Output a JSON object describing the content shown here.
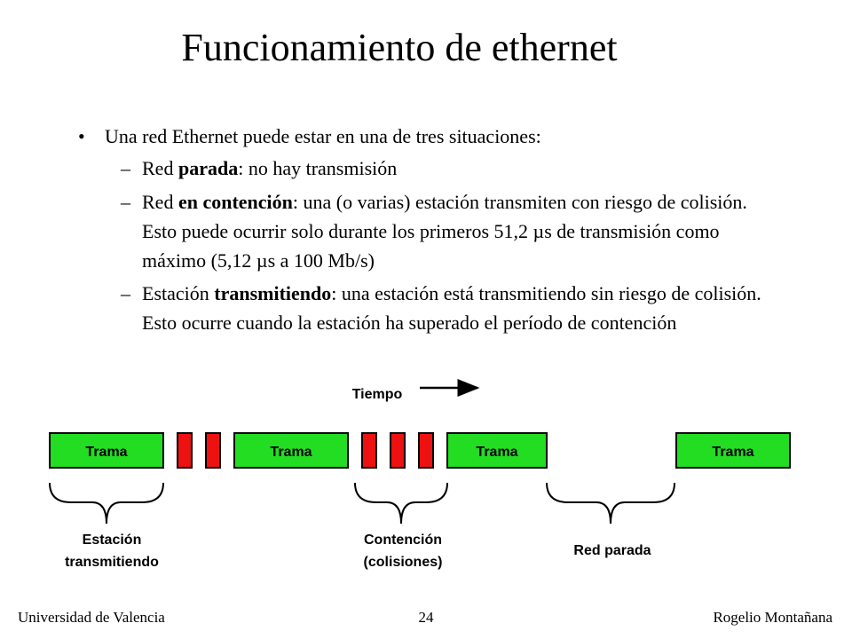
{
  "slide": {
    "title": "Funcionamiento de ethernet",
    "bullet": {
      "marker": "•",
      "text": "Una red Ethernet puede estar en una de tres situaciones:"
    },
    "subitems": [
      {
        "dash": "–",
        "prefix": "Red ",
        "bold": "parada",
        "rest": ": no hay transmisión"
      },
      {
        "dash": "–",
        "prefix": "Red ",
        "bold": "en contención",
        "rest": ": una (o varias) estación transmiten con riesgo de colisión. Esto puede ocurrir solo durante los primeros 51,2 µs de transmisión como máximo (5,12 µs a 100 Mb/s)"
      },
      {
        "dash": "–",
        "prefix": "Estación ",
        "bold": "transmitiendo",
        "rest": ": una estación está transmitiendo sin riesgo de colisión. Esto ocurre cuando la estación ha superado el período de contención"
      }
    ],
    "diagram": {
      "time_label": "Tiempo",
      "frame_label": "Trama",
      "frame_labels": [
        "Trama",
        "Trama",
        "Trama",
        "Trama"
      ],
      "groups": [
        {
          "line1": "Estación",
          "line2": "transmitiendo"
        },
        {
          "line1": "Contención",
          "line2": "(colisiones)"
        },
        {
          "line1": "Red parada",
          "line2": ""
        }
      ],
      "colors": {
        "frame": "#22dd22",
        "collision": "#ee1111",
        "outline": "#000000"
      }
    },
    "footer": {
      "left": "Universidad de Valencia",
      "center": "24",
      "right": "Rogelio Montañana"
    }
  }
}
